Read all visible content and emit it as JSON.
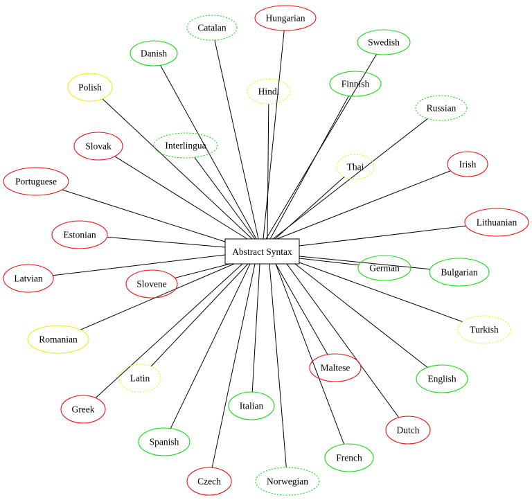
{
  "center": {
    "label": "Abstract Syntax"
  },
  "colors": {
    "red": "#ee1111",
    "green": "#11dd11",
    "yellow": "#eeee11",
    "edge": "#000000",
    "text": "#000000"
  },
  "nodes": [
    {
      "id": "hungarian",
      "label": "Hungarian",
      "color": "red",
      "style": "solid"
    },
    {
      "id": "catalan",
      "label": "Catalan",
      "color": "green",
      "style": "dotted"
    },
    {
      "id": "swedish",
      "label": "Swedish",
      "color": "green",
      "style": "solid"
    },
    {
      "id": "danish",
      "label": "Danish",
      "color": "green",
      "style": "solid"
    },
    {
      "id": "hindi",
      "label": "Hindi",
      "color": "yellow",
      "style": "dotted"
    },
    {
      "id": "finnish",
      "label": "Finnish",
      "color": "green",
      "style": "solid"
    },
    {
      "id": "polish",
      "label": "Polish",
      "color": "yellow",
      "style": "solid"
    },
    {
      "id": "russian",
      "label": "Russian",
      "color": "green",
      "style": "dotted"
    },
    {
      "id": "slovak",
      "label": "Slovak",
      "color": "red",
      "style": "solid"
    },
    {
      "id": "interlingua",
      "label": "Interlingua",
      "color": "green",
      "style": "dotted"
    },
    {
      "id": "irish",
      "label": "Irish",
      "color": "red",
      "style": "solid"
    },
    {
      "id": "thai",
      "label": "Thai",
      "color": "yellow",
      "style": "dotted"
    },
    {
      "id": "portuguese",
      "label": "Portuguese",
      "color": "red",
      "style": "solid"
    },
    {
      "id": "lithuanian",
      "label": "Lithuanian",
      "color": "red",
      "style": "solid"
    },
    {
      "id": "estonian",
      "label": "Estonian",
      "color": "red",
      "style": "solid"
    },
    {
      "id": "german",
      "label": "German",
      "color": "green",
      "style": "solid"
    },
    {
      "id": "bulgarian",
      "label": "Bulgarian",
      "color": "green",
      "style": "solid"
    },
    {
      "id": "latvian",
      "label": "Latvian",
      "color": "red",
      "style": "solid"
    },
    {
      "id": "slovene",
      "label": "Slovene",
      "color": "red",
      "style": "solid"
    },
    {
      "id": "turkish",
      "label": "Turkish",
      "color": "yellow",
      "style": "dotted"
    },
    {
      "id": "romanian",
      "label": "Romanian",
      "color": "yellow",
      "style": "solid"
    },
    {
      "id": "maltese",
      "label": "Maltese",
      "color": "red",
      "style": "solid"
    },
    {
      "id": "latin",
      "label": "Latin",
      "color": "yellow",
      "style": "dotted"
    },
    {
      "id": "english",
      "label": "English",
      "color": "green",
      "style": "solid"
    },
    {
      "id": "greek",
      "label": "Greek",
      "color": "red",
      "style": "solid"
    },
    {
      "id": "italian",
      "label": "Italian",
      "color": "green",
      "style": "solid"
    },
    {
      "id": "dutch",
      "label": "Dutch",
      "color": "red",
      "style": "solid"
    },
    {
      "id": "spanish",
      "label": "Spanish",
      "color": "green",
      "style": "solid"
    },
    {
      "id": "french",
      "label": "French",
      "color": "green",
      "style": "solid"
    },
    {
      "id": "czech",
      "label": "Czech",
      "color": "red",
      "style": "solid"
    },
    {
      "id": "norwegian",
      "label": "Norwegian",
      "color": "green",
      "style": "dotted"
    }
  ]
}
